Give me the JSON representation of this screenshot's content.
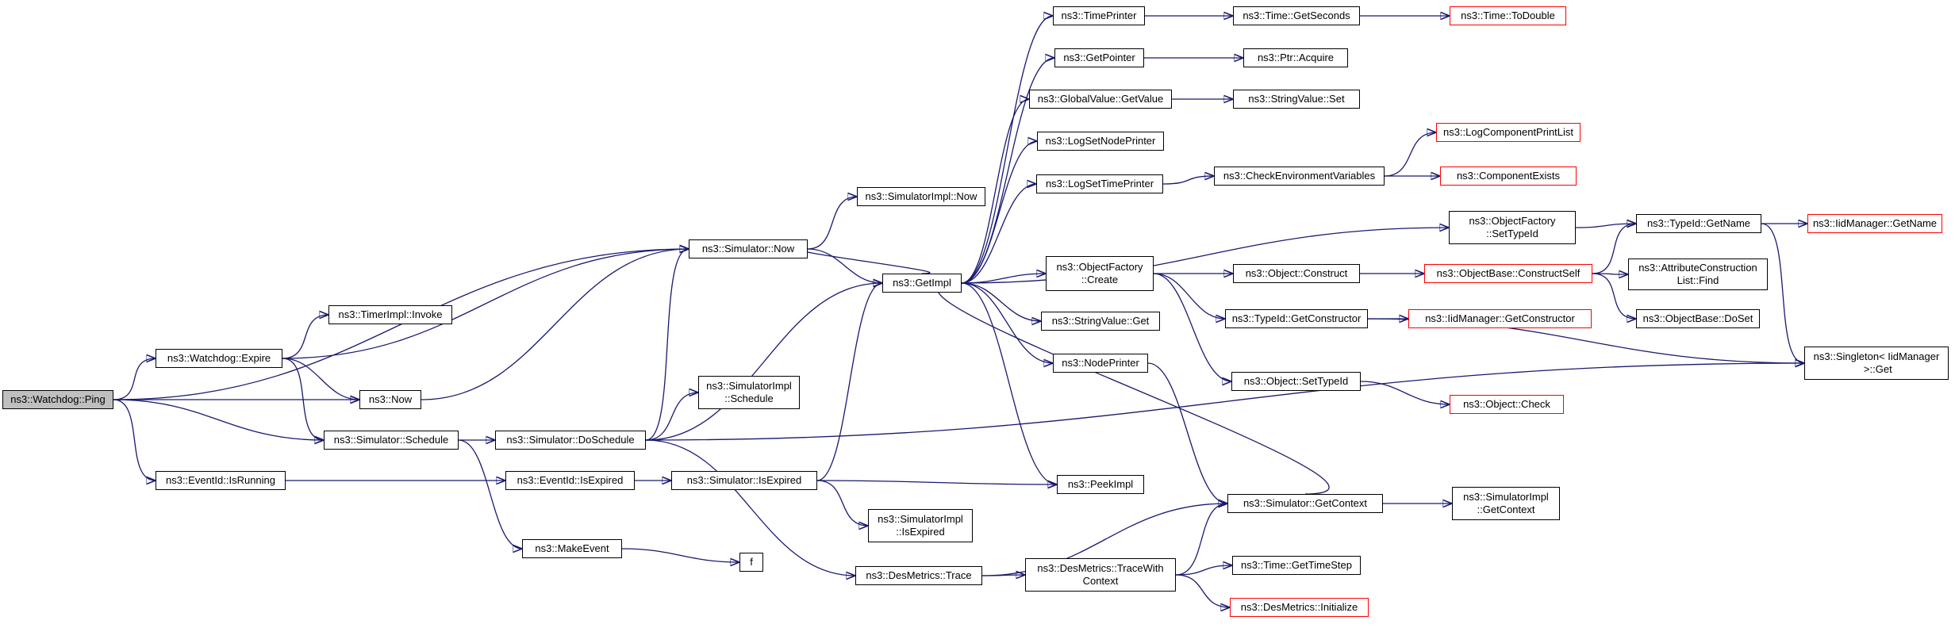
{
  "colors": {
    "edge": "#191970",
    "border": "#000000",
    "external_border": "#ff0000",
    "root_fill": "#bfbfbf"
  },
  "nodes": [
    {
      "id": "ping",
      "label": "ns3::Watchdog::Ping",
      "root": true
    },
    {
      "id": "wd_expire",
      "label": "ns3::Watchdog::Expire"
    },
    {
      "id": "now",
      "label": "ns3::Now"
    },
    {
      "id": "sched",
      "label": "ns3::Simulator::Schedule"
    },
    {
      "id": "isrunning",
      "label": "ns3::EventId::IsRunning"
    },
    {
      "id": "timerinvoke",
      "label": "ns3::TimerImpl::Invoke"
    },
    {
      "id": "simnow",
      "label": "ns3::Simulator::Now"
    },
    {
      "id": "doschedule",
      "label": "ns3::Simulator::DoSchedule"
    },
    {
      "id": "eid_isexpired",
      "label": "ns3::EventId::IsExpired"
    },
    {
      "id": "makeevent",
      "label": "ns3::MakeEvent"
    },
    {
      "id": "simimplnow",
      "label": "ns3::SimulatorImpl::Now"
    },
    {
      "id": "simimplsched",
      "label": "ns3::SimulatorImpl\n::Schedule"
    },
    {
      "id": "sim_isexpired",
      "label": "ns3::Simulator::IsExpired"
    },
    {
      "id": "simimpl_isexpired",
      "label": "ns3::SimulatorImpl\n::IsExpired"
    },
    {
      "id": "f",
      "label": "f"
    },
    {
      "id": "dm_trace",
      "label": "ns3::DesMetrics::Trace"
    },
    {
      "id": "getimpl",
      "label": "ns3::GetImpl"
    },
    {
      "id": "timeprinter",
      "label": "ns3::TimePrinter"
    },
    {
      "id": "getpointer",
      "label": "ns3::GetPointer"
    },
    {
      "id": "gv_getvalue",
      "label": "ns3::GlobalValue::GetValue"
    },
    {
      "id": "logsetnode",
      "label": "ns3::LogSetNodePrinter"
    },
    {
      "id": "logsettime",
      "label": "ns3::LogSetTimePrinter"
    },
    {
      "id": "of_create",
      "label": "ns3::ObjectFactory\n::Create"
    },
    {
      "id": "sv_get",
      "label": "ns3::StringValue::Get"
    },
    {
      "id": "nodeprinter",
      "label": "ns3::NodePrinter"
    },
    {
      "id": "peekimpl",
      "label": "ns3::PeekImpl"
    },
    {
      "id": "dm_tracewith",
      "label": "ns3::DesMetrics::TraceWith\nContext"
    },
    {
      "id": "time_getsec",
      "label": "ns3::Time::GetSeconds"
    },
    {
      "id": "ptr_acquire",
      "label": "ns3::Ptr::Acquire"
    },
    {
      "id": "sv_set",
      "label": "ns3::StringValue::Set"
    },
    {
      "id": "checkenv",
      "label": "ns3::CheckEnvironmentVariables"
    },
    {
      "id": "obj_construct",
      "label": "ns3::Object::Construct"
    },
    {
      "id": "tid_getctor",
      "label": "ns3::TypeId::GetConstructor"
    },
    {
      "id": "obj_settypeid",
      "label": "ns3::Object::SetTypeId"
    },
    {
      "id": "sim_getcontext",
      "label": "ns3::Simulator::GetContext"
    },
    {
      "id": "time_getstep",
      "label": "ns3::Time::GetTimeStep"
    },
    {
      "id": "dm_init",
      "label": "ns3::DesMetrics::Initialize",
      "red": true
    },
    {
      "id": "time_todouble",
      "label": "ns3::Time::ToDouble",
      "red": true
    },
    {
      "id": "logcompprint",
      "label": "ns3::LogComponentPrintList",
      "red": true
    },
    {
      "id": "compexists",
      "label": "ns3::ComponentExists",
      "red": true
    },
    {
      "id": "of_settypeid",
      "label": "ns3::ObjectFactory\n::SetTypeId"
    },
    {
      "id": "ob_constructself",
      "label": "ns3::ObjectBase::ConstructSelf",
      "red": true
    },
    {
      "id": "iid_getctor",
      "label": "ns3::IidManager::GetConstructor",
      "red": true
    },
    {
      "id": "obj_check",
      "label": "ns3::Object::Check",
      "red": true
    },
    {
      "id": "simimpl_getctx",
      "label": "ns3::SimulatorImpl\n::GetContext"
    },
    {
      "id": "tid_getname",
      "label": "ns3::TypeId::GetName"
    },
    {
      "id": "attr_find",
      "label": "ns3::AttributeConstruction\nList::Find"
    },
    {
      "id": "ob_doset",
      "label": "ns3::ObjectBase::DoSet"
    },
    {
      "id": "iid_getname",
      "label": "ns3::IidManager::GetName",
      "red": true
    },
    {
      "id": "singleton_get",
      "label": "ns3::Singleton< IidManager\n >::Get"
    }
  ],
  "edges": [
    [
      "ping",
      "wd_expire"
    ],
    [
      "ping",
      "now"
    ],
    [
      "ping",
      "sched"
    ],
    [
      "ping",
      "isrunning"
    ],
    [
      "ping",
      "simnow"
    ],
    [
      "wd_expire",
      "timerinvoke"
    ],
    [
      "wd_expire",
      "simnow"
    ],
    [
      "wd_expire",
      "now"
    ],
    [
      "wd_expire",
      "sched"
    ],
    [
      "now",
      "simnow"
    ],
    [
      "sched",
      "doschedule"
    ],
    [
      "sched",
      "makeevent"
    ],
    [
      "isrunning",
      "eid_isexpired"
    ],
    [
      "simnow",
      "simimplnow"
    ],
    [
      "simnow",
      "getimpl"
    ],
    [
      "doschedule",
      "simnow"
    ],
    [
      "doschedule",
      "simimplsched"
    ],
    [
      "doschedule",
      "getimpl"
    ],
    [
      "doschedule",
      "dm_trace"
    ],
    [
      "doschedule",
      "singleton_get"
    ],
    [
      "eid_isexpired",
      "sim_isexpired"
    ],
    [
      "sim_isexpired",
      "getimpl"
    ],
    [
      "sim_isexpired",
      "peekimpl"
    ],
    [
      "sim_isexpired",
      "simimpl_isexpired"
    ],
    [
      "makeevent",
      "f"
    ],
    [
      "dm_trace",
      "dm_tracewith"
    ],
    [
      "dm_trace",
      "sim_getcontext"
    ],
    [
      "dm_tracewith",
      "sim_getcontext"
    ],
    [
      "dm_tracewith",
      "time_getstep"
    ],
    [
      "dm_tracewith",
      "dm_init"
    ],
    [
      "getimpl",
      "simnow"
    ],
    [
      "getimpl",
      "timeprinter"
    ],
    [
      "getimpl",
      "getpointer"
    ],
    [
      "getimpl",
      "gv_getvalue"
    ],
    [
      "getimpl",
      "logsetnode"
    ],
    [
      "getimpl",
      "logsettime"
    ],
    [
      "getimpl",
      "of_create"
    ],
    [
      "getimpl",
      "sv_get"
    ],
    [
      "getimpl",
      "nodeprinter"
    ],
    [
      "getimpl",
      "peekimpl"
    ],
    [
      "getimpl",
      "of_settypeid"
    ],
    [
      "timeprinter",
      "time_getsec"
    ],
    [
      "time_getsec",
      "time_todouble"
    ],
    [
      "getpointer",
      "ptr_acquire"
    ],
    [
      "gv_getvalue",
      "sv_set"
    ],
    [
      "logsettime",
      "checkenv"
    ],
    [
      "checkenv",
      "logcompprint"
    ],
    [
      "checkenv",
      "compexists"
    ],
    [
      "of_create",
      "obj_construct"
    ],
    [
      "of_create",
      "tid_getctor"
    ],
    [
      "of_create",
      "obj_settypeid"
    ],
    [
      "obj_construct",
      "ob_constructself"
    ],
    [
      "ob_constructself",
      "tid_getname"
    ],
    [
      "ob_constructself",
      "attr_find"
    ],
    [
      "ob_constructself",
      "ob_doset"
    ],
    [
      "tid_getctor",
      "iid_getctor"
    ],
    [
      "tid_getctor",
      "singleton_get"
    ],
    [
      "obj_settypeid",
      "obj_check"
    ],
    [
      "nodeprinter",
      "sim_getcontext"
    ],
    [
      "sim_getcontext",
      "getimpl"
    ],
    [
      "sim_getcontext",
      "simimpl_getctx"
    ],
    [
      "of_settypeid",
      "tid_getname"
    ],
    [
      "tid_getname",
      "iid_getname"
    ],
    [
      "tid_getname",
      "singleton_get"
    ]
  ]
}
